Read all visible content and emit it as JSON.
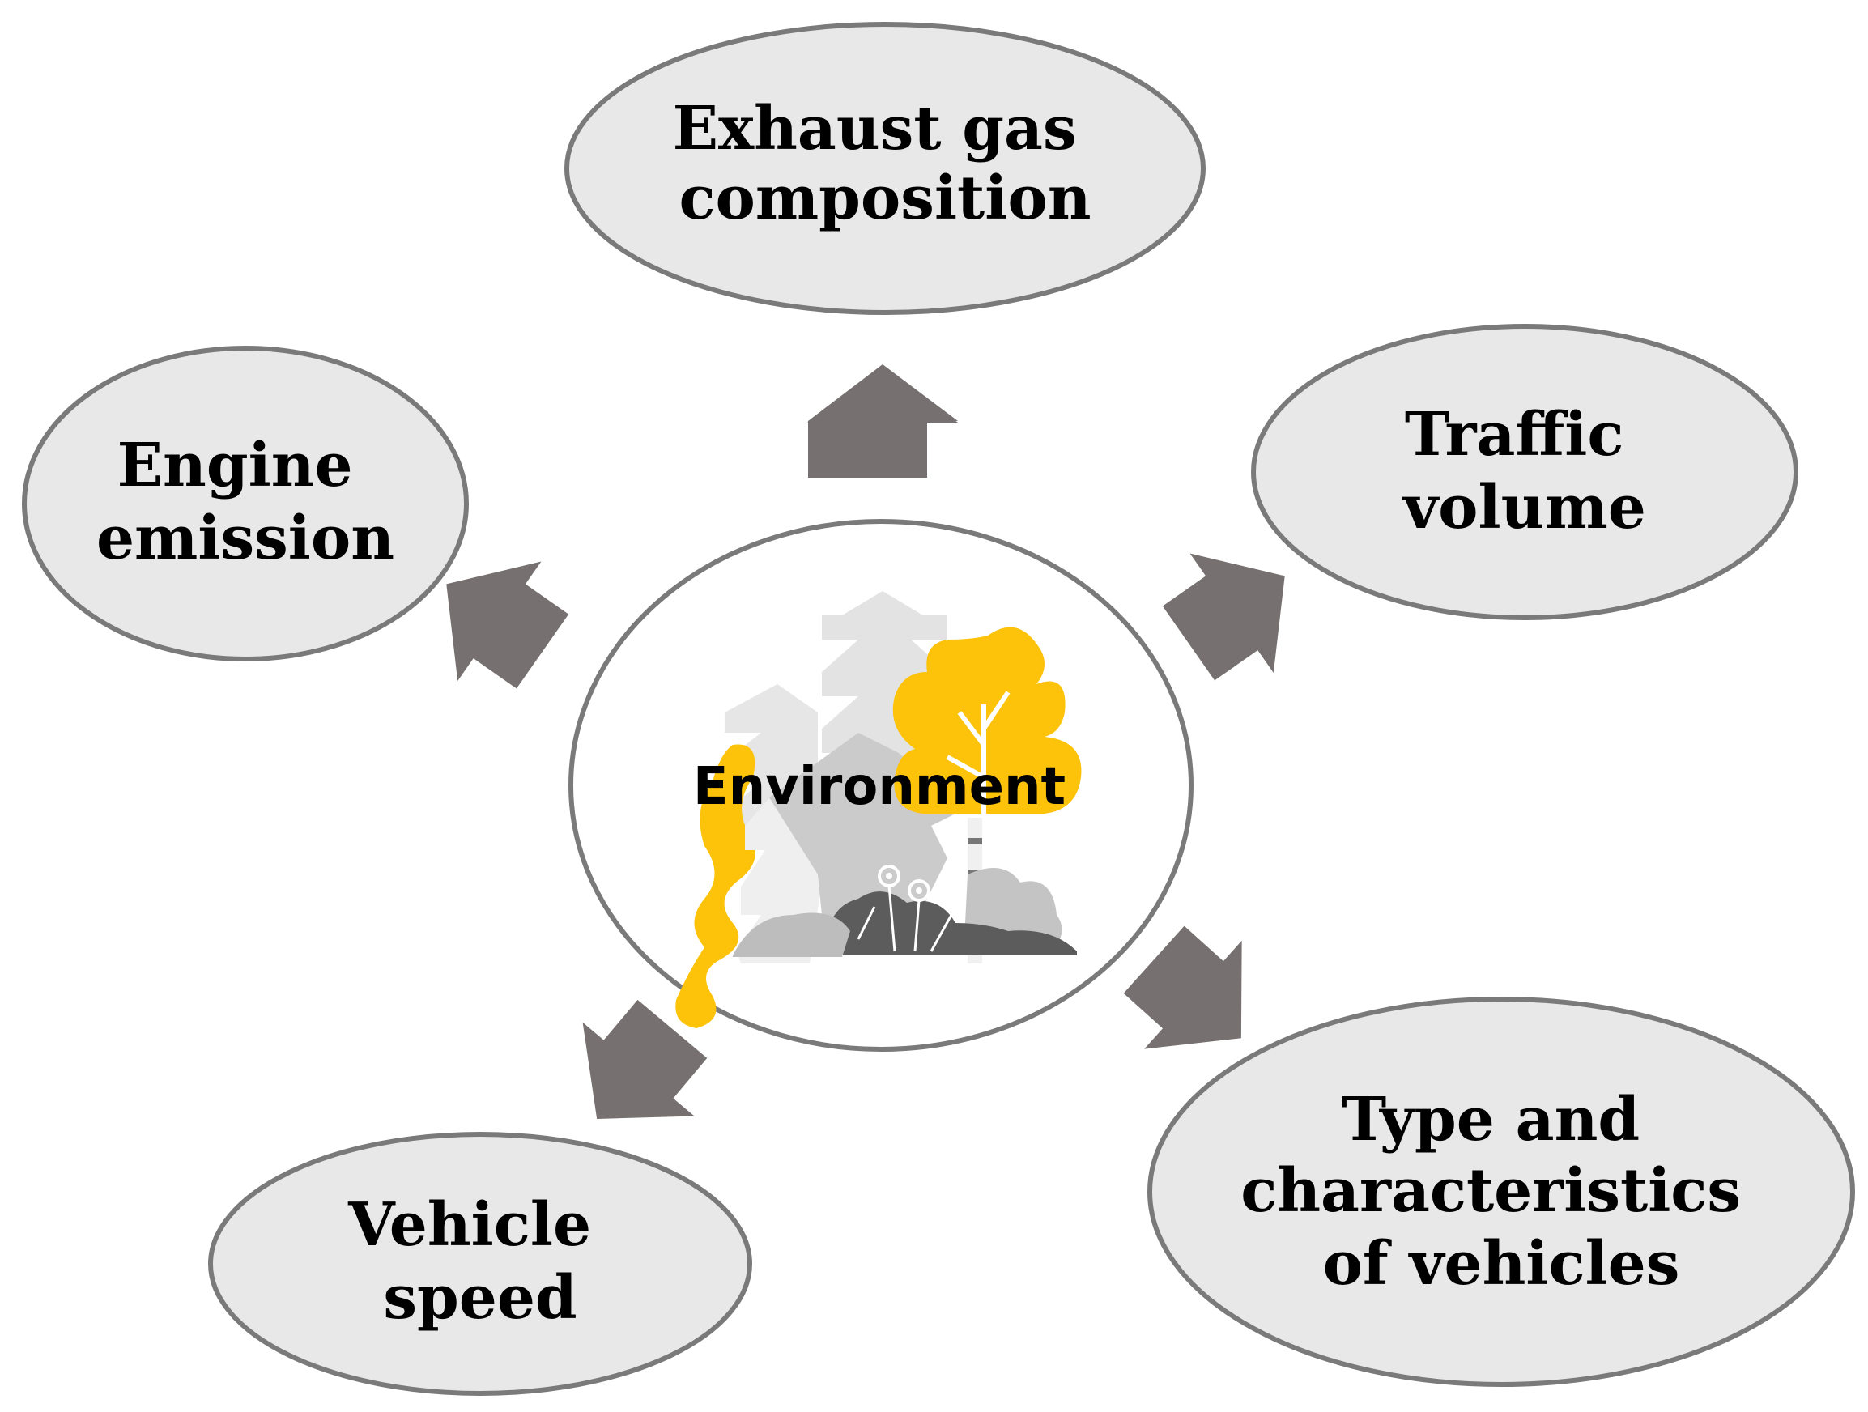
{
  "center": {
    "label": "Environment"
  },
  "nodes": [
    {
      "id": "exhaust",
      "lines": [
        "Exhaust gas",
        "composition"
      ]
    },
    {
      "id": "engine",
      "lines": [
        "Engine",
        "emission"
      ]
    },
    {
      "id": "traffic",
      "lines": [
        "Traffic",
        "volume"
      ]
    },
    {
      "id": "type",
      "lines": [
        "Type and",
        "characteristics",
        "of vehicles"
      ]
    },
    {
      "id": "speed",
      "lines": [
        "Vehicle",
        "speed"
      ]
    }
  ],
  "colors": {
    "node_fill": "#e8e8e8",
    "node_stroke": "#7a7a7a",
    "arrow": "#767170",
    "accent_yellow": "#fdc20a",
    "tree_gray": "#cfcfcf",
    "bush_dark": "#555555"
  },
  "illustration": {
    "icon": "forest-illustration-icon"
  }
}
